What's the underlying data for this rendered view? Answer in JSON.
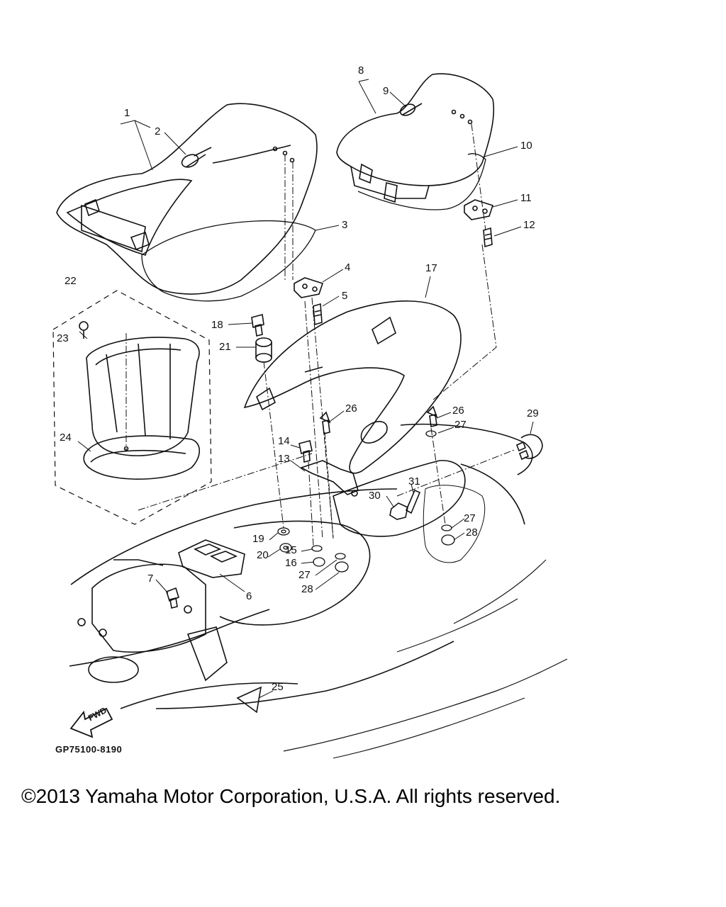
{
  "diagram_code": "GP75100-8190",
  "copyright": "©2013 Yamaha Motor Corporation, U.S.A. All rights reserved.",
  "fwd_label": "FWD",
  "callouts": [
    {
      "id": "c1",
      "text": "1"
    },
    {
      "id": "c2",
      "text": "2"
    },
    {
      "id": "c3",
      "text": "3"
    },
    {
      "id": "c4",
      "text": "4"
    },
    {
      "id": "c5",
      "text": "5"
    },
    {
      "id": "c6",
      "text": "6"
    },
    {
      "id": "c7",
      "text": "7"
    },
    {
      "id": "c8",
      "text": "8"
    },
    {
      "id": "c9",
      "text": "9"
    },
    {
      "id": "c10",
      "text": "10"
    },
    {
      "id": "c11",
      "text": "11"
    },
    {
      "id": "c12",
      "text": "12"
    },
    {
      "id": "c13",
      "text": "13"
    },
    {
      "id": "c14",
      "text": "14"
    },
    {
      "id": "c15",
      "text": "15"
    },
    {
      "id": "c16",
      "text": "16"
    },
    {
      "id": "c17",
      "text": "17"
    },
    {
      "id": "c18",
      "text": "18"
    },
    {
      "id": "c19",
      "text": "19"
    },
    {
      "id": "c20",
      "text": "20"
    },
    {
      "id": "c21",
      "text": "21"
    },
    {
      "id": "c22",
      "text": "22"
    },
    {
      "id": "c23",
      "text": "23"
    },
    {
      "id": "c24",
      "text": "24"
    },
    {
      "id": "c25",
      "text": "25"
    },
    {
      "id": "c26a",
      "text": "26"
    },
    {
      "id": "c26b",
      "text": "26"
    },
    {
      "id": "c27a",
      "text": "27"
    },
    {
      "id": "c27b",
      "text": "27"
    },
    {
      "id": "c27c",
      "text": "27"
    },
    {
      "id": "c28a",
      "text": "28"
    },
    {
      "id": "c28b",
      "text": "28"
    },
    {
      "id": "c29",
      "text": "29"
    },
    {
      "id": "c30",
      "text": "30"
    },
    {
      "id": "c31",
      "text": "31"
    }
  ]
}
